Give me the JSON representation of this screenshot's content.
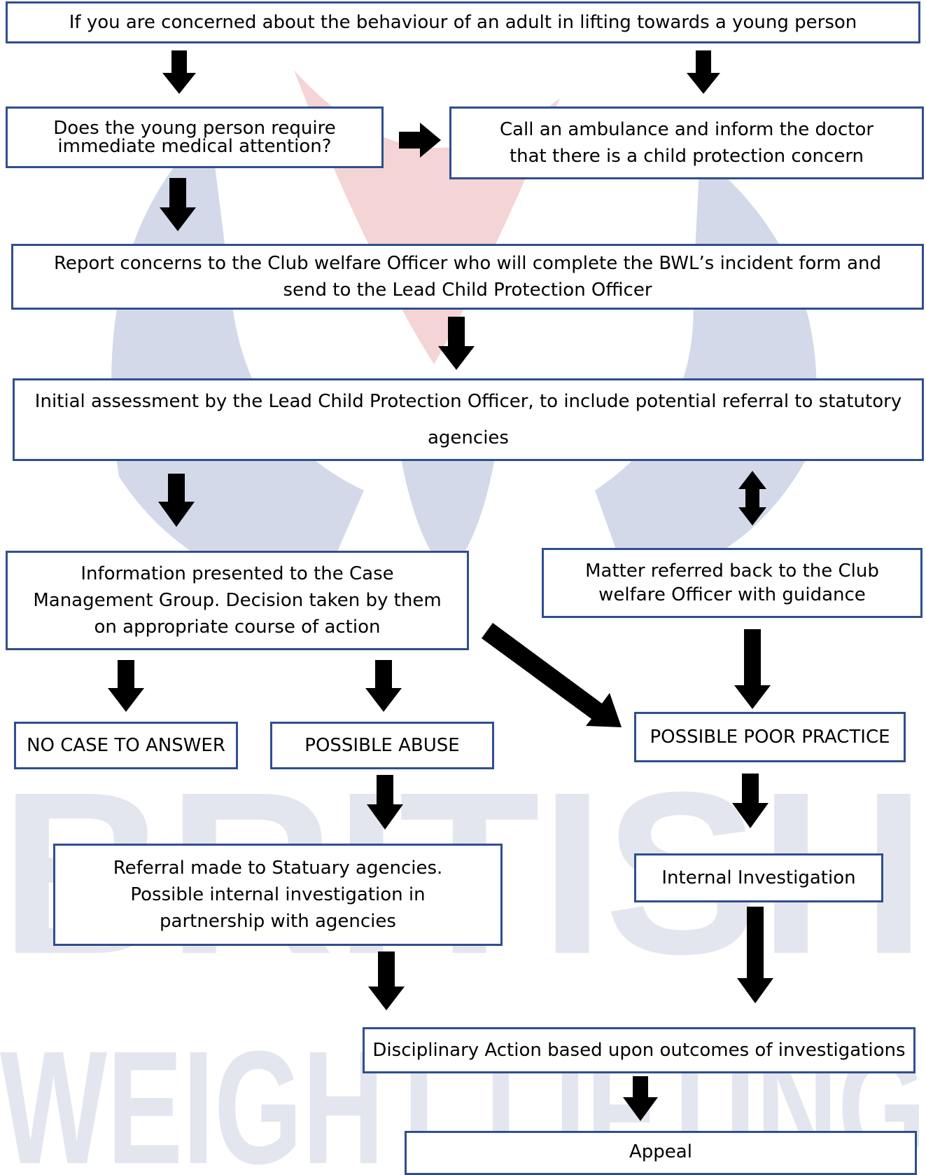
{
  "colors": {
    "box_border": "#2f4f8f",
    "arrow": "#000000",
    "watermark_text": "#e3e6ef",
    "watermark_blue": "#c9cfe4",
    "watermark_red": "#f3cfcf"
  },
  "watermark": {
    "line1": "BRITISH",
    "line2": "WEIGHT LIFTING"
  },
  "boxes": {
    "concern": "If you are concerned about the behaviour of an adult in lifting towards a young person",
    "medical_question": "Does the young person require immediate medical attention?",
    "ambulance": "Call an ambulance and inform the doctor that there is a child protection concern",
    "report": "Report concerns to the Club welfare Officer who will complete the BWL’s incident form and send to the Lead  Child Protection Officer",
    "initial_assessment": "Initial assessment by the Lead Child Protection Officer, to include potential referral to statutory agencies",
    "case_management": "Information presented to the Case Management Group. Decision  taken by them on appropriate course of action",
    "referred_back": "Matter referred back to the Club welfare Officer with guidance",
    "no_case": "NO CASE TO ANSWER",
    "possible_abuse": "POSSIBLE ABUSE",
    "poor_practice": "POSSIBLE POOR PRACTICE",
    "statutory_referral": "Referral made to Statuary agencies. Possible internal investigation in partnership with agencies",
    "internal_investigation": "Internal Investigation",
    "disciplinary": "Disciplinary Action based upon outcomes of investigations",
    "appeal": "Appeal"
  }
}
